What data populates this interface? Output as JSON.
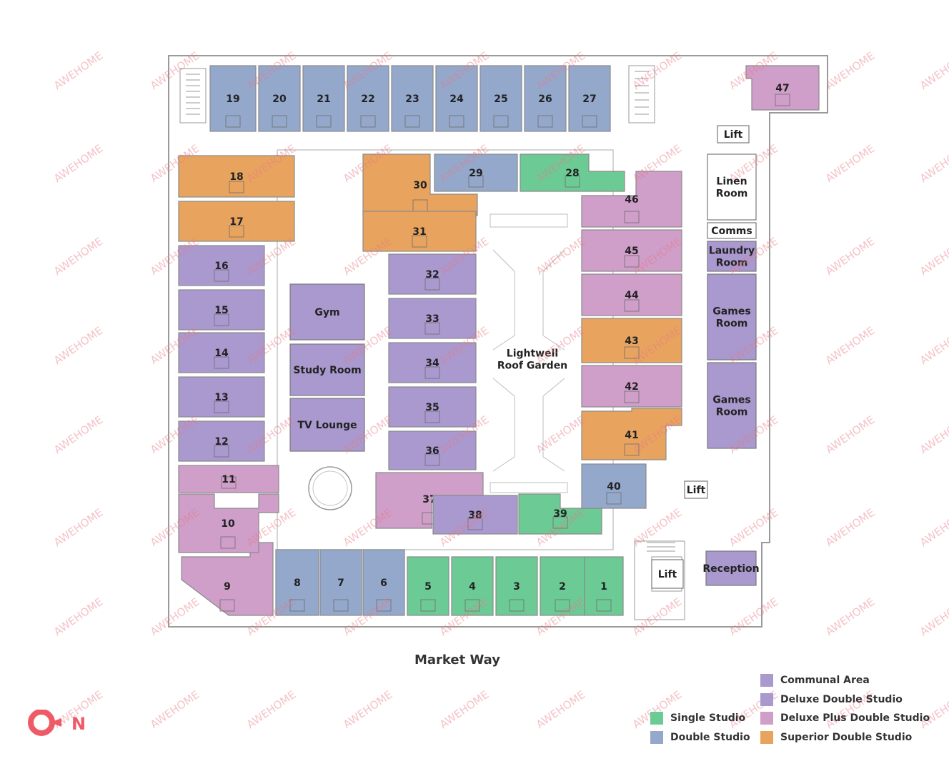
{
  "street": "Market Way",
  "compass_label": "N",
  "watermark": "AWEHOME",
  "colors": {
    "single": "#6ccb95",
    "double": "#94a8cc",
    "deluxe": "#a999cf",
    "deluxe_plus": "#cf9ec9",
    "superior": "#e8a45f",
    "communal": "#a999cf",
    "compass": "#ef5a67"
  },
  "legend": [
    {
      "label": "Communal Area",
      "type": "communal"
    },
    {
      "label": "Deluxe Double Studio",
      "type": "deluxe"
    },
    {
      "label": "Single Studio",
      "type": "single"
    },
    {
      "label": "Deluxe Plus Double Studio",
      "type": "deluxe_plus"
    },
    {
      "label": "Double Studio",
      "type": "double"
    },
    {
      "label": "Superior Double Studio",
      "type": "superior"
    }
  ],
  "rooms": [
    {
      "id": "1",
      "type": "single"
    },
    {
      "id": "2",
      "type": "single"
    },
    {
      "id": "3",
      "type": "single"
    },
    {
      "id": "4",
      "type": "single"
    },
    {
      "id": "5",
      "type": "single"
    },
    {
      "id": "6",
      "type": "double"
    },
    {
      "id": "7",
      "type": "double"
    },
    {
      "id": "8",
      "type": "double"
    },
    {
      "id": "9",
      "type": "deluxe_plus"
    },
    {
      "id": "10",
      "type": "deluxe_plus"
    },
    {
      "id": "11",
      "type": "deluxe_plus"
    },
    {
      "id": "12",
      "type": "deluxe"
    },
    {
      "id": "13",
      "type": "deluxe"
    },
    {
      "id": "14",
      "type": "deluxe"
    },
    {
      "id": "15",
      "type": "deluxe"
    },
    {
      "id": "16",
      "type": "deluxe"
    },
    {
      "id": "17",
      "type": "superior"
    },
    {
      "id": "18",
      "type": "superior"
    },
    {
      "id": "19",
      "type": "double"
    },
    {
      "id": "20",
      "type": "double"
    },
    {
      "id": "21",
      "type": "double"
    },
    {
      "id": "22",
      "type": "double"
    },
    {
      "id": "23",
      "type": "double"
    },
    {
      "id": "24",
      "type": "double"
    },
    {
      "id": "25",
      "type": "double"
    },
    {
      "id": "26",
      "type": "double"
    },
    {
      "id": "27",
      "type": "double"
    },
    {
      "id": "28",
      "type": "single"
    },
    {
      "id": "29",
      "type": "double"
    },
    {
      "id": "30",
      "type": "superior"
    },
    {
      "id": "31",
      "type": "superior"
    },
    {
      "id": "32",
      "type": "deluxe"
    },
    {
      "id": "33",
      "type": "deluxe"
    },
    {
      "id": "34",
      "type": "deluxe"
    },
    {
      "id": "35",
      "type": "deluxe"
    },
    {
      "id": "36",
      "type": "deluxe"
    },
    {
      "id": "37",
      "type": "deluxe_plus"
    },
    {
      "id": "38",
      "type": "deluxe"
    },
    {
      "id": "39",
      "type": "single"
    },
    {
      "id": "40",
      "type": "double"
    },
    {
      "id": "41",
      "type": "superior"
    },
    {
      "id": "42",
      "type": "deluxe_plus"
    },
    {
      "id": "43",
      "type": "superior"
    },
    {
      "id": "44",
      "type": "deluxe_plus"
    },
    {
      "id": "45",
      "type": "deluxe_plus"
    },
    {
      "id": "46",
      "type": "deluxe_plus"
    },
    {
      "id": "47",
      "type": "deluxe_plus"
    }
  ],
  "areas": [
    {
      "id": "gym",
      "label": "Gym",
      "type": "communal"
    },
    {
      "id": "study",
      "label": "Study Room",
      "type": "communal"
    },
    {
      "id": "tv",
      "label": "TV Lounge",
      "type": "communal"
    },
    {
      "id": "laundry",
      "label": "Laundry Room",
      "type": "communal"
    },
    {
      "id": "games1",
      "label": "Games Room",
      "type": "communal"
    },
    {
      "id": "games2",
      "label": "Games Room",
      "type": "communal"
    },
    {
      "id": "reception",
      "label": "Reception",
      "type": "communal"
    },
    {
      "id": "linen",
      "label": "Linen Room",
      "type": "none"
    },
    {
      "id": "comms",
      "label": "Comms",
      "type": "none"
    },
    {
      "id": "lift1",
      "label": "Lift",
      "type": "none"
    },
    {
      "id": "lift2",
      "label": "Lift",
      "type": "none"
    },
    {
      "id": "lift3",
      "label": "Lift",
      "type": "none"
    },
    {
      "id": "garden",
      "label": "Lightwell Roof Garden",
      "type": "none"
    }
  ]
}
